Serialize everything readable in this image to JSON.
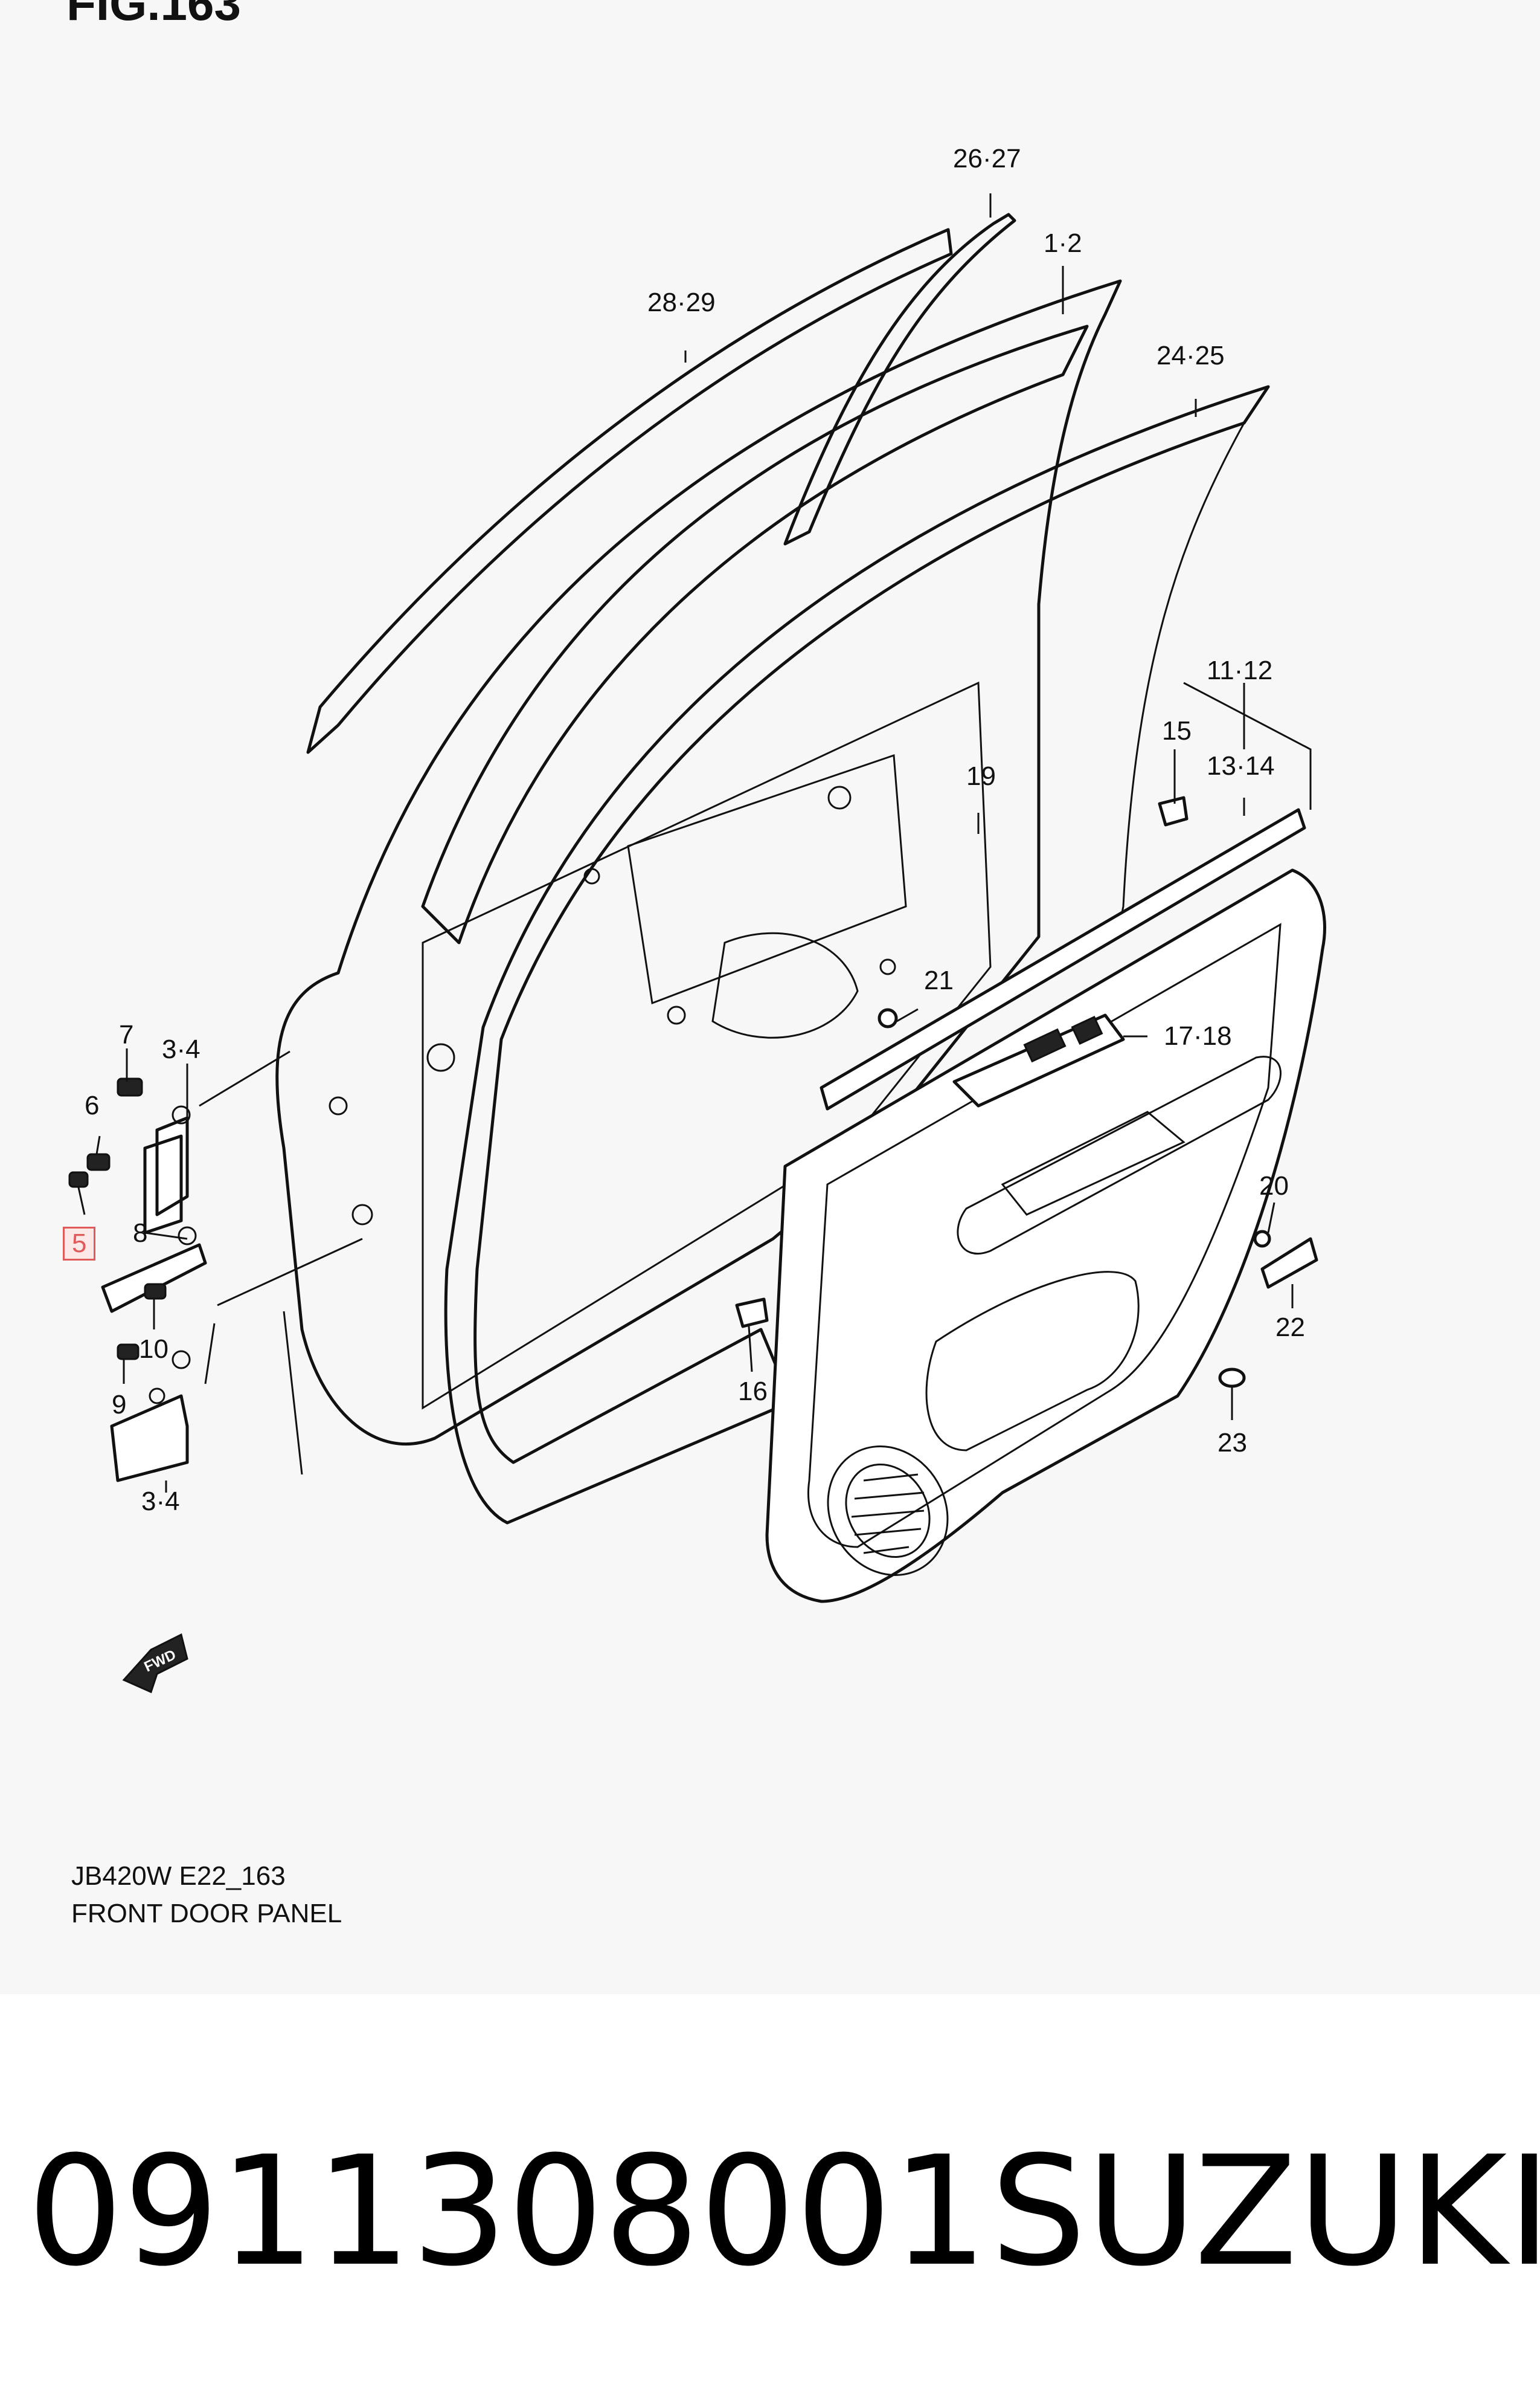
{
  "figure_heading": "FIG.163",
  "callouts": {
    "c26_27": "26·27",
    "c1_2": "1·2",
    "c28_29": "28·29",
    "c24_25": "24·25",
    "c11_12": "11·12",
    "c15": "15",
    "c13_14": "13·14",
    "c19": "19",
    "c21": "21",
    "c17_18": "17·18",
    "c7": "7",
    "c3_4_top": "3·4",
    "c6": "6",
    "c5": "5",
    "c8": "8",
    "c20": "20",
    "c10": "10",
    "c9": "9",
    "c16": "16",
    "c22": "22",
    "c23": "23",
    "c3_4_bottom": "3·4"
  },
  "fwd_label": "FWD",
  "caption": {
    "code": "JB420W E22_163",
    "title": "FRONT DOOR PANEL"
  },
  "footer": {
    "part_number": "0911308001",
    "brand": "SUZUKI"
  }
}
